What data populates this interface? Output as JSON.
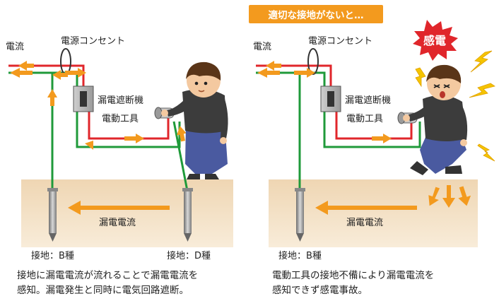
{
  "banner": "適切な接地がないと…",
  "left": {
    "current_label": "電流",
    "outlet_label": "電源コンセント",
    "breaker_label": "漏電遮断機",
    "tool_label": "電動工具",
    "leak_label": "漏電電流",
    "ground_b_label": "接地：B種",
    "ground_d_label": "接地：D種",
    "caption_line1": "接地に漏電電流が流れることで漏電電流を",
    "caption_line2": "感知。漏電発生と同時に電気回路遮断。"
  },
  "right": {
    "current_label": "電流",
    "outlet_label": "電源コンセント",
    "breaker_label": "漏電遮断機",
    "tool_label": "電動工具",
    "leak_label": "漏電電流",
    "ground_b_label": "接地：B種",
    "shock_label": "感電",
    "caption_line1": "電動工具の接地不備により漏電電流を",
    "caption_line2": "感知できず感電事故。"
  },
  "colors": {
    "wire_red": "#e0262b",
    "wire_green": "#1f9a3a",
    "arrow_orange": "#f39a1e",
    "ground": "#f0d9b8",
    "shock_badge": "#e0262b"
  }
}
